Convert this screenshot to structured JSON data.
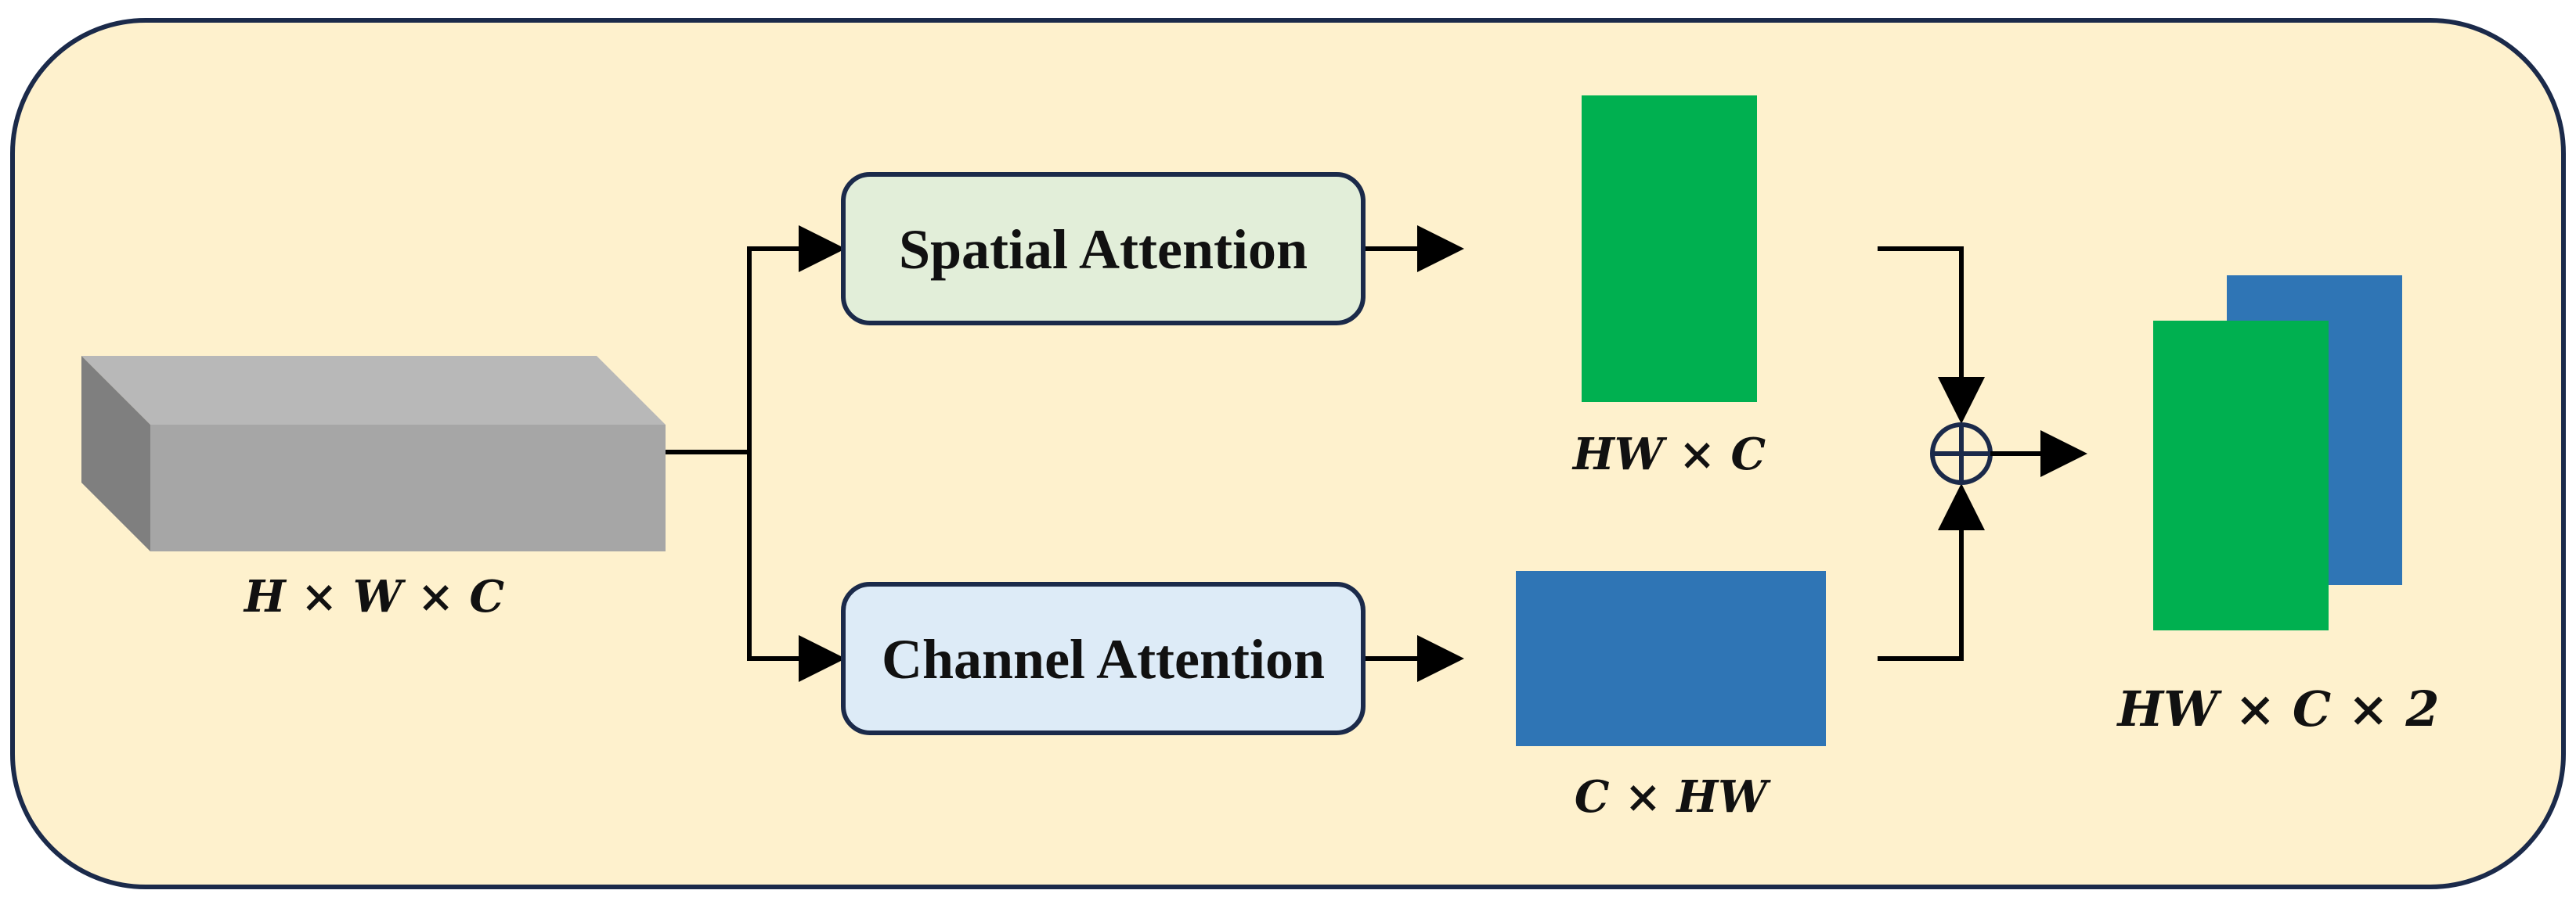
{
  "modules": {
    "spatial_attention": "Spatial Attention",
    "channel_attention": "Channel Attention"
  },
  "dimensions": {
    "input": "H × W × C",
    "spatial_output": "HW × C",
    "channel_output": "C × HW",
    "fused_output": "HW × C × 2"
  },
  "colors": {
    "panel_background": "#FEF1CD",
    "panel_border": "#1B2A4A",
    "spatial_box_fill": "#E2EED9",
    "channel_box_fill": "#DDEBF7",
    "box_border": "#1B2A4A",
    "green_feature": "#00B050",
    "blue_feature": "#2F75B5",
    "tensor_top": "#B8B8B8",
    "tensor_front": "#A6A6A6",
    "tensor_side": "#7F7F7F"
  },
  "icons": {
    "fusion": "circled-plus-icon"
  }
}
